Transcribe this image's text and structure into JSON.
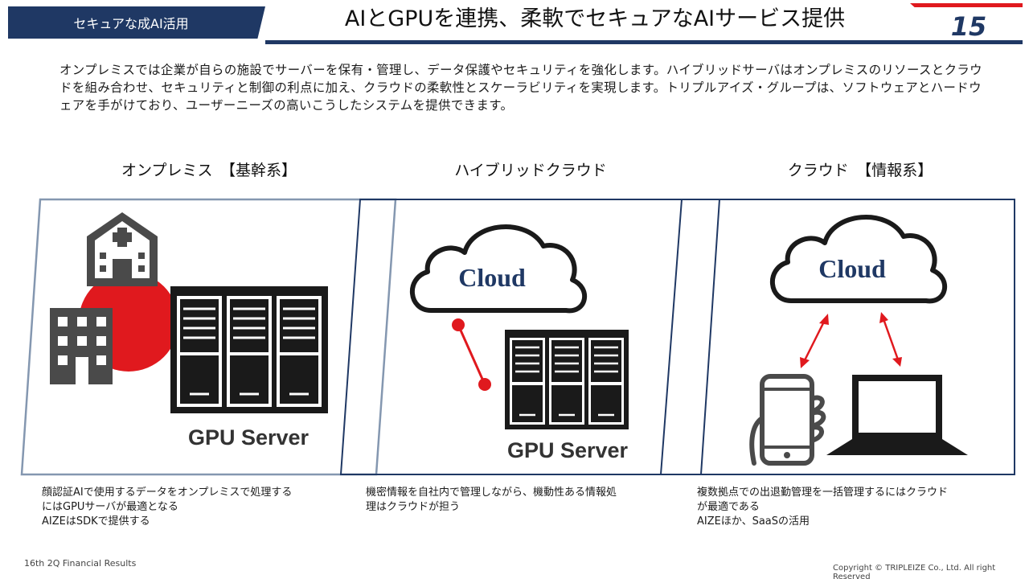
{
  "header": {
    "section_tag": "セキュアな成AI活用",
    "title": "AIとGPUを連携、柔軟でセキュアなAIサービス提供",
    "page_number": "15",
    "colors": {
      "navy": "#1f3864",
      "red": "#e0191e"
    }
  },
  "intro": "オンプレミスでは企業が自らの施設でサーバーを保有・管理し、データ保護やセキュリティを強化します。ハイブリッドサーバはオンプレミスのリソースとクラウドを組み合わせ、セキュリティと制御の利点に加え、クラウドの柔軟性とスケーラビリティを実現します。トリプルアイズ・グループは、ソフトウェアとハードウェアを手がけており、ユーザーニーズの高いこうしたシステムを提供できます。",
  "columns": [
    {
      "heading": "オンプレミス　【基幹系】",
      "server_label": "GPU Server",
      "caption": [
        "顔認証AIで使用するデータをオンプレミスで処理する",
        "にはGPUサーバが最適となる",
        "AIZEはSDKで提供する"
      ],
      "icons": [
        "hospital-icon",
        "office-building-icon",
        "gpu-server-icon"
      ]
    },
    {
      "heading": "ハイブリッドクラウド",
      "cloud_label": "Cloud",
      "server_label": "GPU Server",
      "caption": [
        "機密情報を自社内で管理しながら、機動性ある情報処",
        "理はクラウドが担う"
      ],
      "icons": [
        "cloud-icon",
        "connection-icon",
        "gpu-server-icon"
      ]
    },
    {
      "heading": "クラウド　【情報系】",
      "cloud_label": "Cloud",
      "caption": [
        "複数拠点での出退勤管理を一括管理するにはクラウド",
        "が最適である",
        "AIZEほか、SaaSの活用"
      ],
      "icons": [
        "cloud-icon",
        "smartphone-icon",
        "laptop-icon",
        "bidirectional-arrow-icon"
      ]
    }
  ],
  "footer": {
    "left": "16th 2Q Financial Results",
    "right": "Copyright © TRIPLEIZE Co., Ltd.  All right Reserved"
  }
}
